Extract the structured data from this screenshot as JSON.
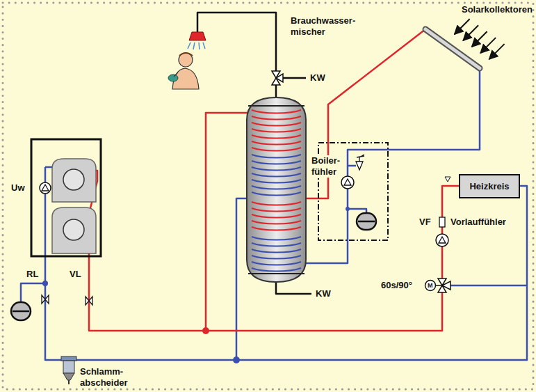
{
  "diagram": {
    "nodes": [
      {
        "text": [
          "Heizkreis"
        ]
      }
    ],
    "labels": [
      "Solarkollektoren",
      "Brauchwasser- mischer",
      "KW",
      "Boiler- fühler",
      "Uw",
      "VF",
      "Vorlauffühler",
      "M",
      "60s/90°",
      "RL",
      "VL",
      "KW",
      "Schlamm- abscheider"
    ]
  }
}
